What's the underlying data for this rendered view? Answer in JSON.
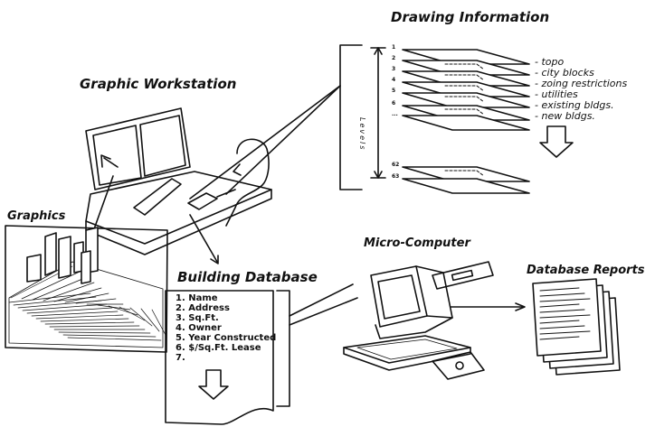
{
  "titles": {
    "drawing_information": "Drawing Information",
    "graphic_workstation": "Graphic Workstation",
    "graphics": "Graphics",
    "building_database": "Building Database",
    "micro_computer": "Micro-Computer",
    "database_reports": "Database Reports"
  },
  "drawing_layers": {
    "axis_label": "Levels",
    "numbers": [
      "1",
      "2",
      "3",
      "4",
      "5",
      "6",
      "...",
      "62",
      "63"
    ],
    "labels": [
      "- topo",
      "- city blocks",
      "- zoing restrictions",
      "- utilities",
      "- existing bldgs.",
      "- new bldgs."
    ]
  },
  "building_database_fields": [
    "1. Name",
    "2. Address",
    "3. Sq.Ft.",
    "4. Owner",
    "5. Year Constructed",
    "6. $/Sq.Ft. Lease",
    "7."
  ]
}
